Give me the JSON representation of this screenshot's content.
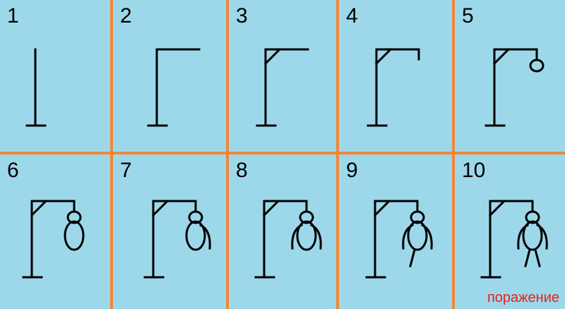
{
  "stages": [
    {
      "label": "1",
      "parts": [
        "post"
      ]
    },
    {
      "label": "2",
      "parts": [
        "post",
        "beam"
      ]
    },
    {
      "label": "3",
      "parts": [
        "post",
        "beam",
        "brace"
      ]
    },
    {
      "label": "4",
      "parts": [
        "post",
        "beam",
        "brace",
        "rope"
      ]
    },
    {
      "label": "5",
      "parts": [
        "post",
        "beam",
        "brace",
        "rope",
        "head"
      ]
    },
    {
      "label": "6",
      "parts": [
        "post",
        "beam",
        "brace",
        "rope",
        "head",
        "body"
      ]
    },
    {
      "label": "7",
      "parts": [
        "post",
        "beam",
        "brace",
        "rope",
        "head",
        "body",
        "right-arm"
      ]
    },
    {
      "label": "8",
      "parts": [
        "post",
        "beam",
        "brace",
        "rope",
        "head",
        "body",
        "right-arm",
        "left-arm"
      ]
    },
    {
      "label": "9",
      "parts": [
        "post",
        "beam",
        "brace",
        "rope",
        "head",
        "body",
        "right-arm",
        "left-arm",
        "left-leg"
      ]
    },
    {
      "label": "10",
      "parts": [
        "post",
        "beam",
        "brace",
        "rope",
        "head",
        "body",
        "right-arm",
        "left-arm",
        "left-leg",
        "right-leg"
      ]
    }
  ],
  "defeat_label": "поражение",
  "colors": {
    "background": "#9dd8ea",
    "divider": "#f0873a",
    "ink": "#000000",
    "defeat": "#e8211b"
  }
}
